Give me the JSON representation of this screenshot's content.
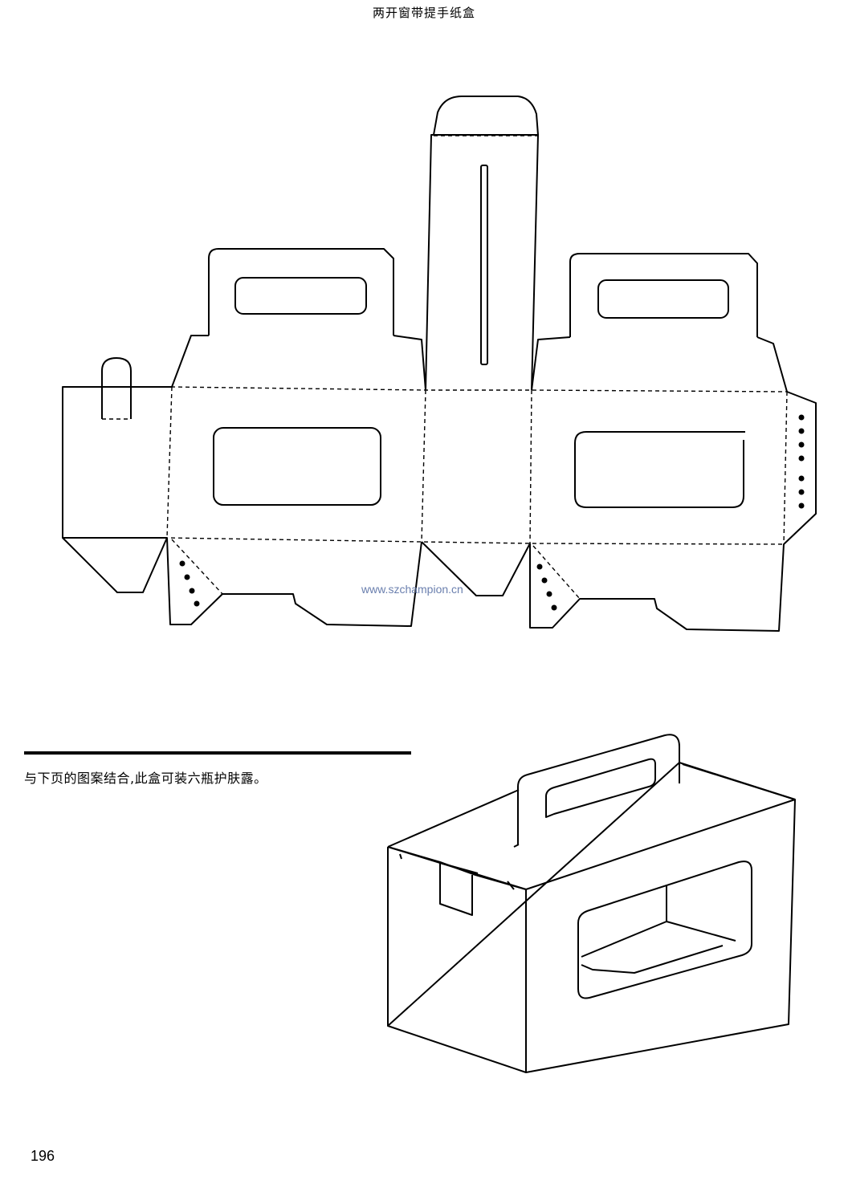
{
  "header": {
    "title": "两开窗带提手纸盒"
  },
  "watermark": {
    "text": "www.szchampion.cn"
  },
  "caption": {
    "text": "与下页的图案结合,此盒可装六瓶护肤露。"
  },
  "footer": {
    "page_number": "196"
  }
}
